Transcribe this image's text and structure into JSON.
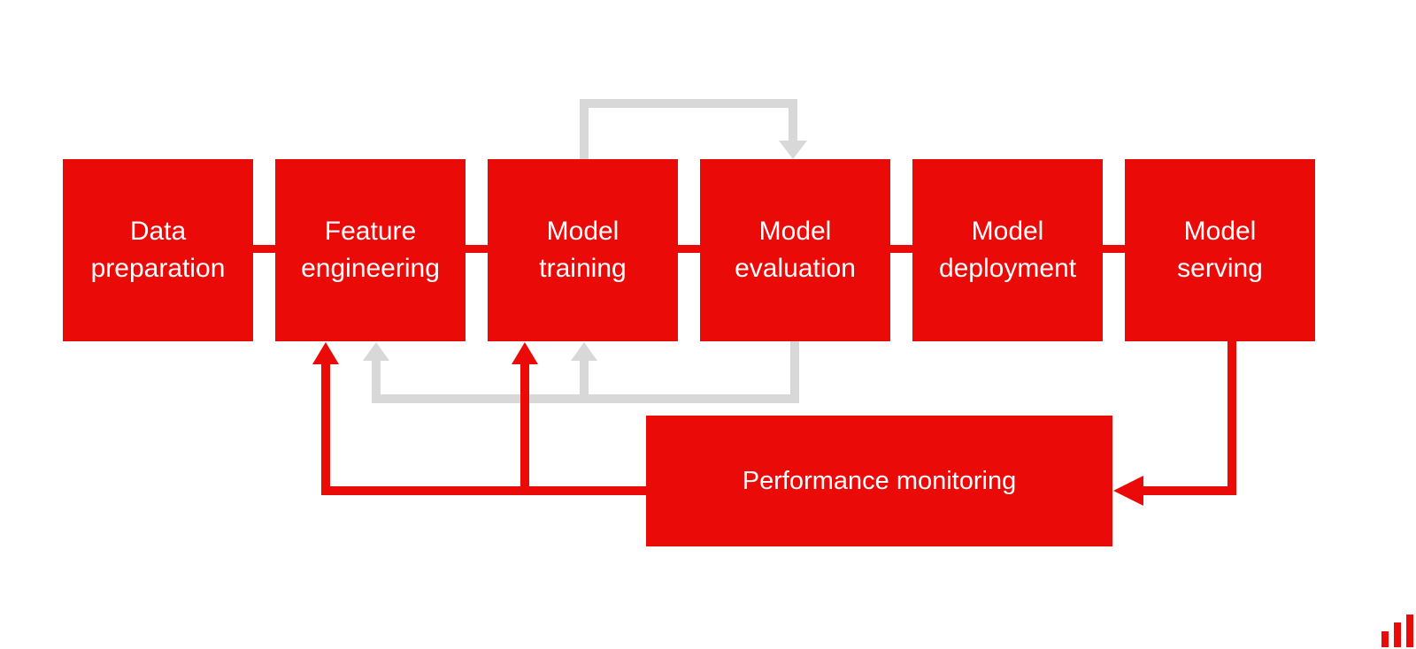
{
  "diagram": {
    "type": "flowchart",
    "background": "#ffffff",
    "colors": {
      "stage_fill": "#ea0a08",
      "feedback_red": "#ea0a08",
      "retry_gray": "#d8d8d8",
      "label_text": "#ffffff"
    },
    "stages": [
      {
        "id": "data-preparation",
        "label": "Data preparation",
        "line1": "Data",
        "line2": "preparation"
      },
      {
        "id": "feature-engineering",
        "label": "Feature engineering",
        "line1": "Feature",
        "line2": "engineering"
      },
      {
        "id": "model-training",
        "label": "Model training",
        "line1": "Model",
        "line2": "training"
      },
      {
        "id": "model-evaluation",
        "label": "Model evaluation",
        "line1": "Model",
        "line2": "evaluation"
      },
      {
        "id": "model-deployment",
        "label": "Model deployment",
        "line1": "Model",
        "line2": "deployment"
      },
      {
        "id": "model-serving",
        "label": "Model serving",
        "line1": "Model",
        "line2": "serving"
      }
    ],
    "monitoring": {
      "id": "performance-monitoring",
      "label": "Performance monitoring"
    },
    "edges": [
      {
        "from": "data-preparation",
        "to": "feature-engineering",
        "style": "red-connector"
      },
      {
        "from": "feature-engineering",
        "to": "model-training",
        "style": "red-connector"
      },
      {
        "from": "model-training",
        "to": "model-evaluation",
        "style": "red-connector"
      },
      {
        "from": "model-evaluation",
        "to": "model-deployment",
        "style": "red-connector"
      },
      {
        "from": "model-deployment",
        "to": "model-serving",
        "style": "red-connector"
      },
      {
        "from": "model-training",
        "to": "model-evaluation",
        "style": "gray-arrow-over-top"
      },
      {
        "from": "model-evaluation",
        "to": "feature-engineering",
        "style": "gray-arrow-below"
      },
      {
        "from": "model-evaluation",
        "to": "model-training",
        "style": "gray-arrow-below"
      },
      {
        "from": "model-serving",
        "to": "performance-monitoring",
        "style": "red-arrow"
      },
      {
        "from": "performance-monitoring",
        "to": "feature-engineering",
        "style": "red-arrow"
      },
      {
        "from": "performance-monitoring",
        "to": "model-training",
        "style": "red-arrow"
      }
    ]
  },
  "logo": {
    "name": "bar-chart-logo",
    "color": "#ea0a08",
    "bars": 3
  }
}
